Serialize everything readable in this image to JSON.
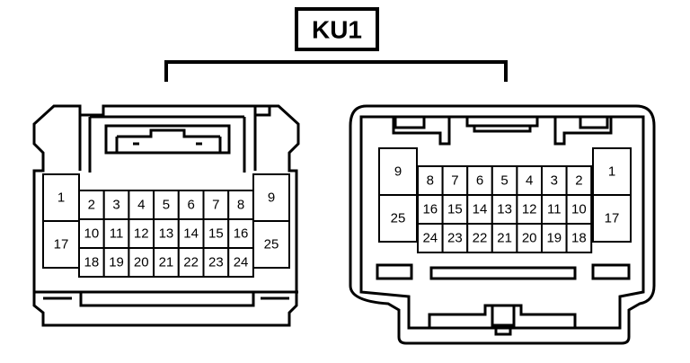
{
  "title": "KU1",
  "colors": {
    "stroke": "#000000",
    "background": "#ffffff"
  },
  "left_connector": {
    "side_left_pins": [
      "1",
      "17"
    ],
    "top_row": [
      "2",
      "3",
      "4",
      "5",
      "6",
      "7",
      "8"
    ],
    "mid_row": [
      "10",
      "11",
      "12",
      "13",
      "14",
      "15",
      "16"
    ],
    "bot_row": [
      "18",
      "19",
      "20",
      "21",
      "22",
      "23",
      "24"
    ],
    "side_right_pins": [
      "9",
      "25"
    ]
  },
  "right_connector": {
    "side_left_pins": [
      "9",
      "25"
    ],
    "top_row": [
      "8",
      "7",
      "6",
      "5",
      "4",
      "3",
      "2"
    ],
    "mid_row": [
      "16",
      "15",
      "14",
      "13",
      "12",
      "11",
      "10"
    ],
    "bot_row": [
      "24",
      "23",
      "22",
      "21",
      "20",
      "19",
      "18"
    ],
    "side_right_pins": [
      "1",
      "17"
    ]
  }
}
